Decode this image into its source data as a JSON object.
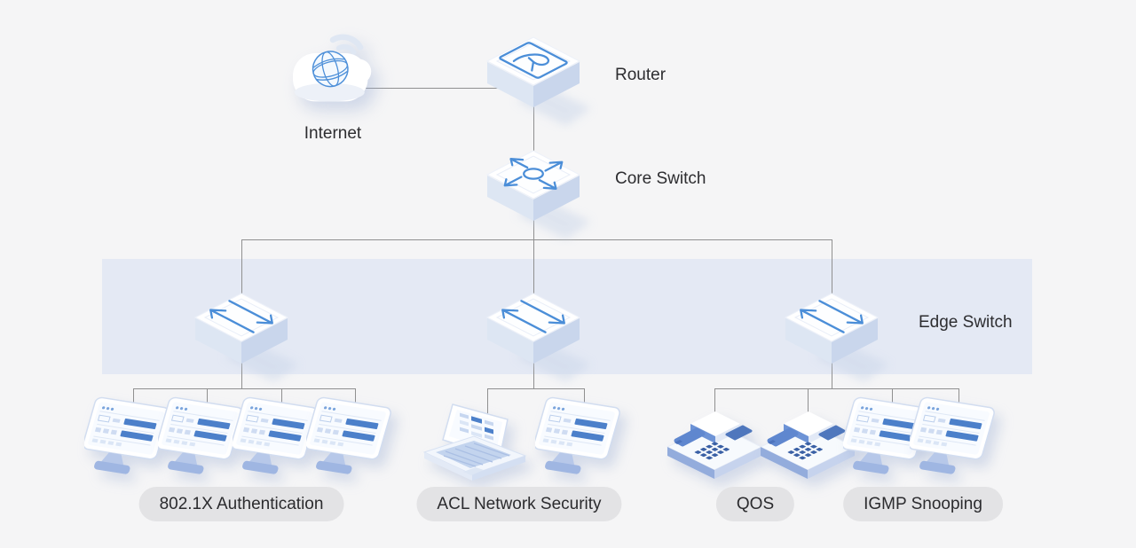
{
  "diagram": {
    "nodes": {
      "internet": {
        "label": "Internet",
        "icon": "internet-cloud-globe"
      },
      "router": {
        "label": "Router",
        "icon": "router-isometric-box"
      },
      "core_switch": {
        "label": "Core Switch",
        "icon": "core-switch-isometric-box"
      },
      "edge_switch": {
        "label": "Edge Switch",
        "icon": "edge-switch-isometric-box",
        "count": 3
      }
    },
    "feature_groups": [
      {
        "label": "802.1X Authentication",
        "devices": [
          "desktop",
          "desktop",
          "desktop",
          "desktop"
        ]
      },
      {
        "label": "ACL Network Security",
        "devices": [
          "laptop",
          "desktop"
        ]
      },
      {
        "label": "QOS",
        "devices": [
          "ip-phone",
          "ip-phone"
        ]
      },
      {
        "label": "IGMP Snooping",
        "devices": [
          "desktop",
          "desktop"
        ]
      }
    ],
    "colors": {
      "background": "#f5f5f6",
      "edge_band": "#e4e9f4",
      "connector_line": "#909090",
      "accent_blue": "#4b8ed8",
      "screen_bar_blue": "#4c80ca",
      "badge_background": "#e3e3e5",
      "text": "#2d2d30"
    }
  }
}
